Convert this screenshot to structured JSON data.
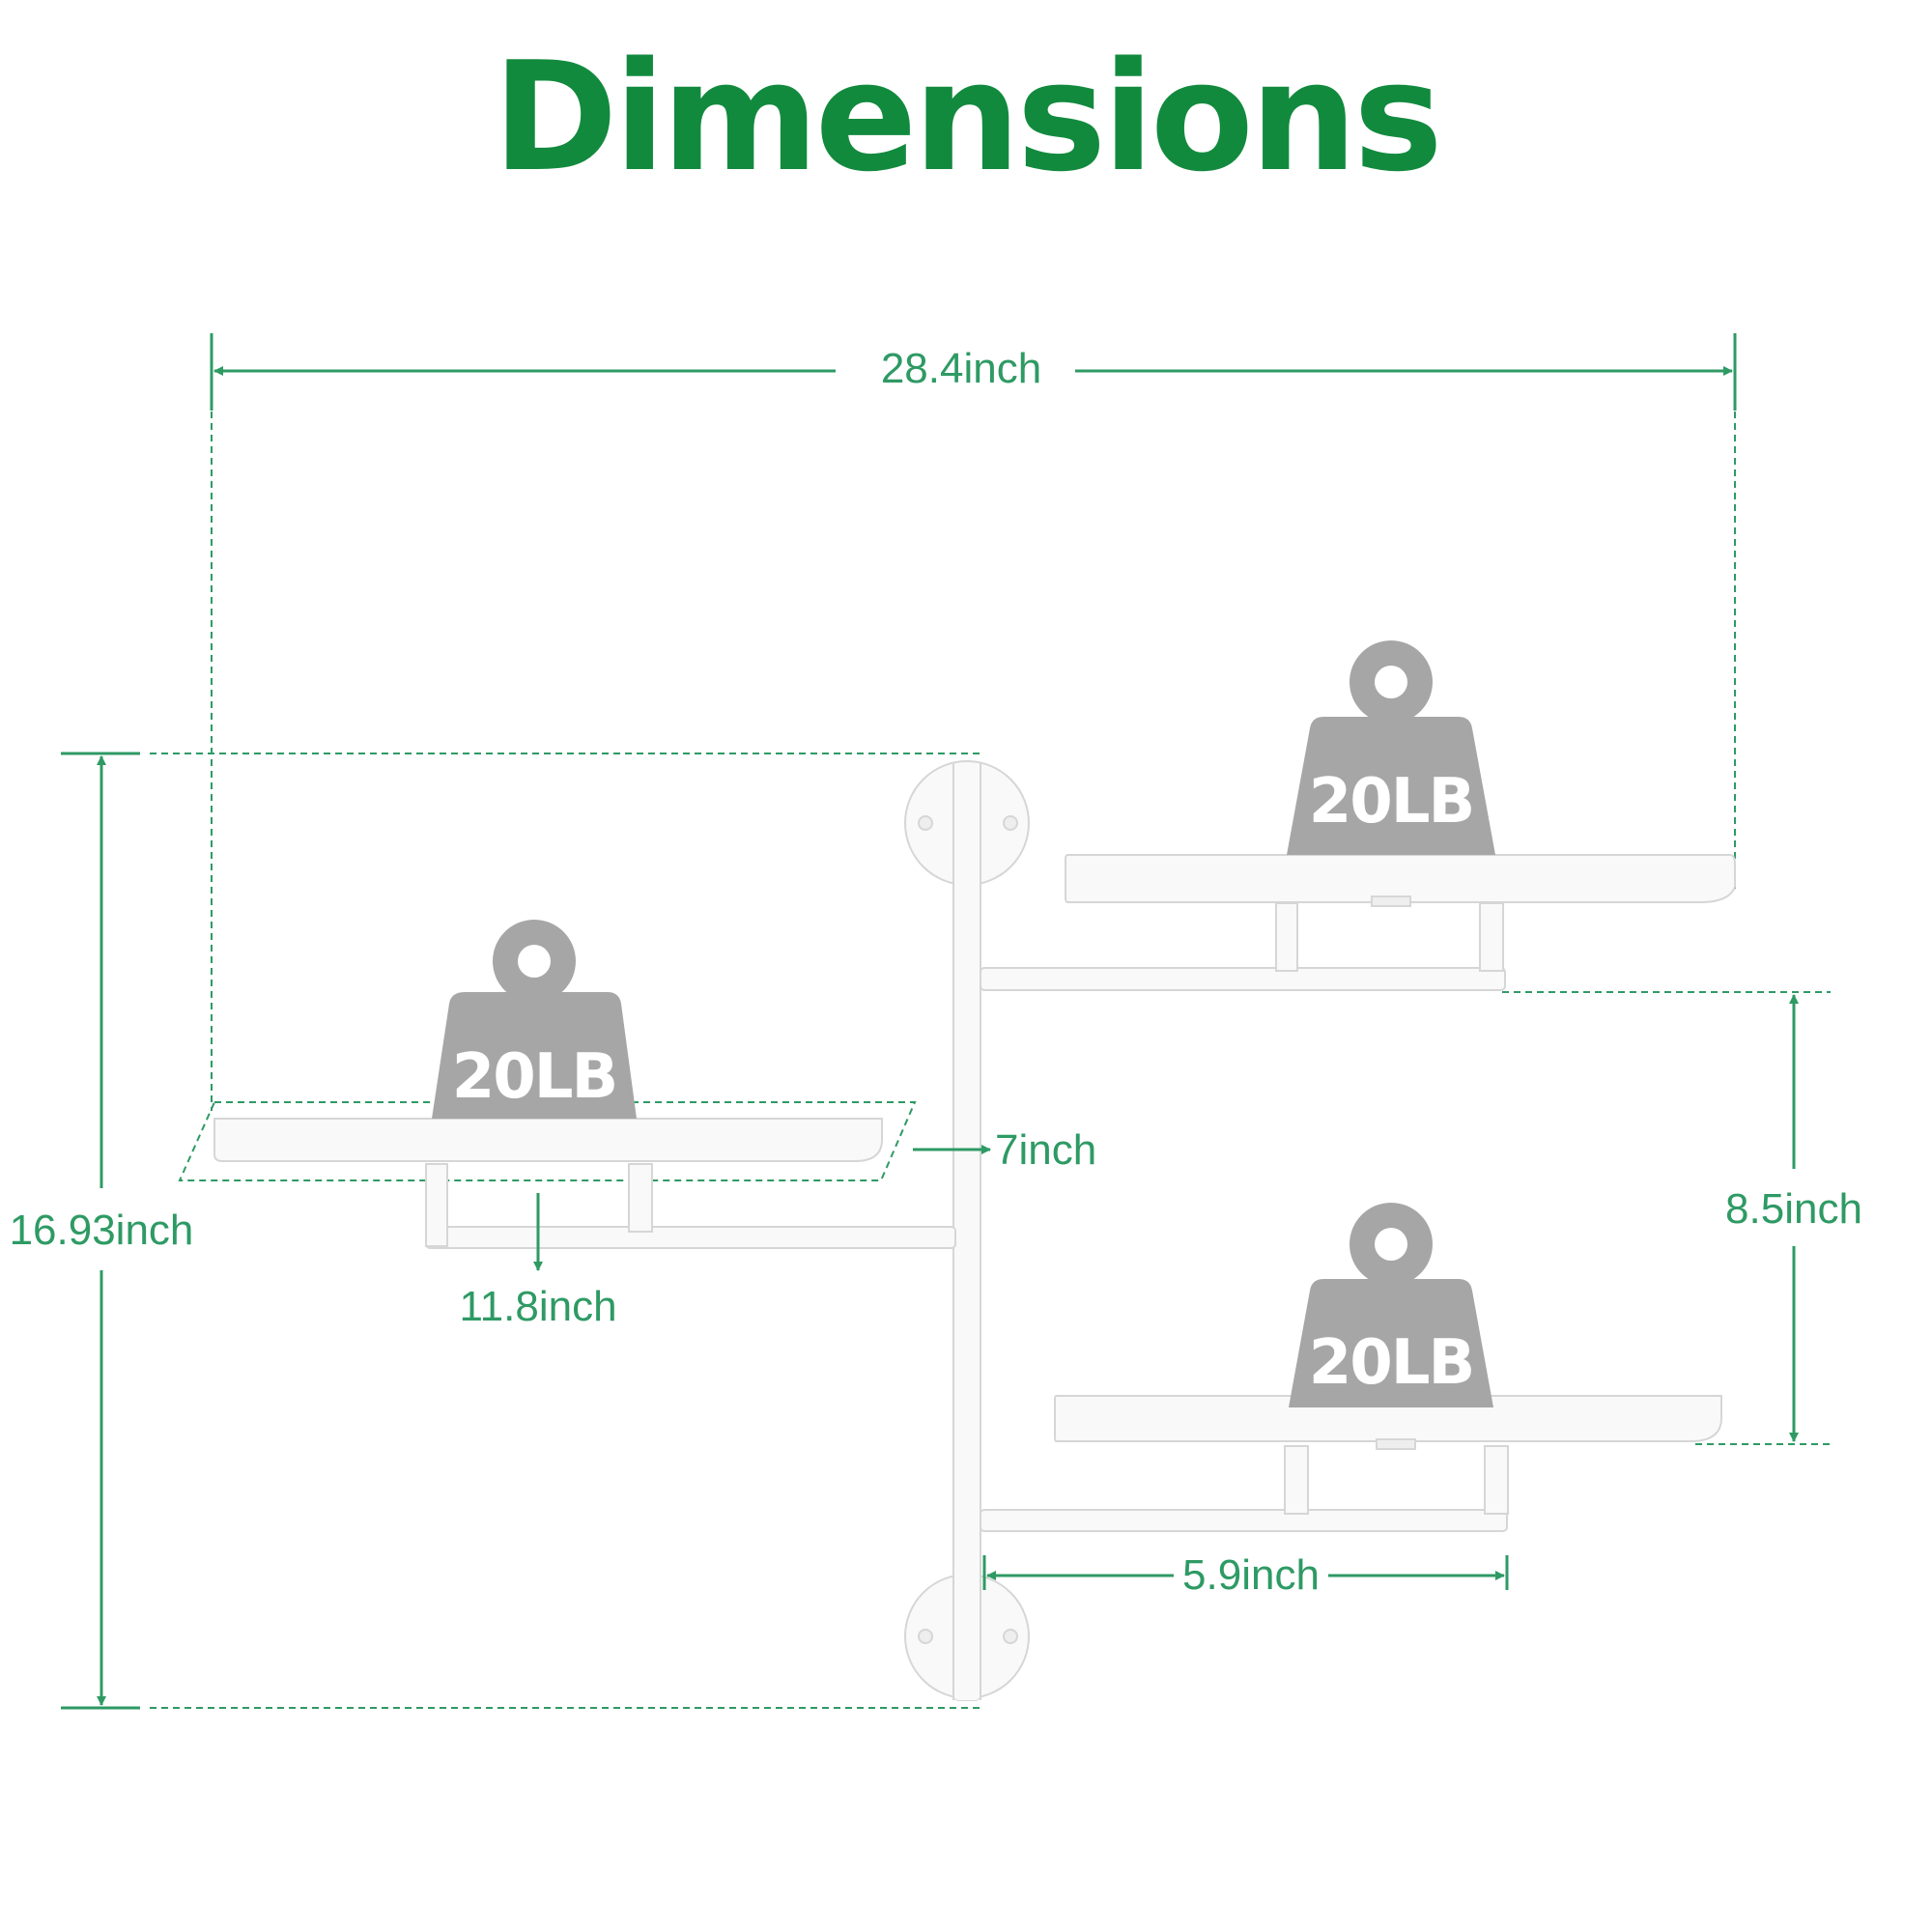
{
  "title": "Dimensions",
  "colors": {
    "title": "#128a3e",
    "dimension": "#2e9a64",
    "weight": "#a6a6a6",
    "shelf": "#f7f7f7",
    "outline": "#dcdcdc"
  },
  "dimensions": {
    "total_width": "28.4inch",
    "total_height": "16.93inch",
    "shelf_spacing": "8.5inch",
    "shelf_depth": "7inch",
    "shelf_length": "11.8inch",
    "arm_length": "5.9inch"
  },
  "weights": [
    {
      "label": "20LB"
    },
    {
      "label": "20LB"
    },
    {
      "label": "20LB"
    }
  ],
  "icons": {
    "weight": "kettlebell-weight-icon",
    "mount": "wall-mount-plate-icon"
  }
}
